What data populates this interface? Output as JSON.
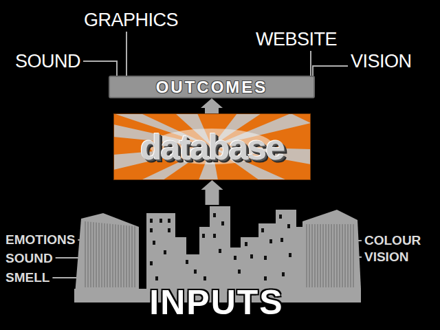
{
  "diagram": {
    "nodes": [
      {
        "text": [
          "OUTCOMES"
        ]
      },
      {
        "text": [
          "database"
        ]
      },
      {
        "text": [
          "INPUTS"
        ]
      }
    ],
    "edges": [
      {
        "from": 1,
        "to": 0,
        "arrow": "to"
      },
      {
        "from": 2,
        "to": 1,
        "arrow": "to"
      }
    ],
    "labels": [
      "GRAPHICS",
      "WEBSITE",
      "SOUND",
      "VISION",
      "EMOTIONS",
      "SOUND",
      "SMELL",
      "COLOUR",
      "VISION"
    ]
  }
}
